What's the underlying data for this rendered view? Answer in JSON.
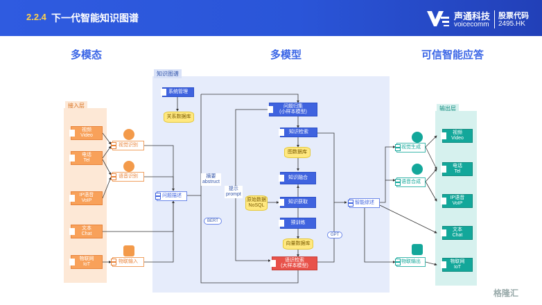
{
  "header": {
    "section": "2.2.4",
    "title": "下一代智能知识图谱",
    "brand_cn": "声通科技",
    "brand_en": "voicecomm",
    "stock_label": "股票代码",
    "stock_code": "2495.HK"
  },
  "columns": {
    "left": "多模态",
    "middle": "多模型",
    "right": "可信智能应答"
  },
  "input_layer": {
    "tab": "接入层",
    "channels": [
      {
        "cn": "视频",
        "en": "Video"
      },
      {
        "cn": "电话",
        "en": "Tel"
      },
      {
        "cn": "IP语音",
        "en": "VoIP"
      },
      {
        "cn": "文本",
        "en": "Chat"
      },
      {
        "cn": "物联网",
        "en": "IoT"
      }
    ]
  },
  "recognizers": {
    "visual": "视觉识别",
    "speech": "语音识别",
    "iot_input": "物联输入"
  },
  "kg": {
    "tab": "知识图谱",
    "system_mgmt": "系统管理",
    "relation_db": "关系数据库",
    "problem_desc": "问题描述",
    "abstract_cn": "摘要",
    "abstract_en": "abstruct",
    "prompt_cn": "提示",
    "prompt_en": "prompt",
    "bert": "BERT",
    "gpt": "GPT",
    "raw_cn": "原始数据",
    "raw_en": "NoSQL",
    "q_gen_1": "问题归集",
    "q_gen_2": "(小样本模型)",
    "kb_retrieve": "知识检索",
    "graph_db": "图数据库",
    "fusion": "知识融合",
    "extract": "知识获取",
    "pretrain": "预训练",
    "vector_db": "向量数据库",
    "semantic_1": "语识检索",
    "semantic_2": "(大样本模型)"
  },
  "synthesis": "智能综述",
  "generators": {
    "visual_gen": "视觉生成",
    "speech_gen": "语音合成",
    "iot_out": "物联输出"
  },
  "output_layer": {
    "tab": "输出层",
    "channels": [
      {
        "cn": "视频",
        "en": "Video"
      },
      {
        "cn": "电话",
        "en": "Tel"
      },
      {
        "cn": "IP语音",
        "en": "VoIP"
      },
      {
        "cn": "文本",
        "en": "Chat"
      },
      {
        "cn": "物联网",
        "en": "IoT"
      }
    ]
  },
  "watermark": "格隆汇",
  "colors": {
    "header_blue": "#2f5be0",
    "input_orange": "#f8a15a",
    "kg_blue": "#3f63df",
    "output_teal": "#13a79a",
    "semantic_red": "#e8524a",
    "db_yellow": "#ffe880"
  }
}
